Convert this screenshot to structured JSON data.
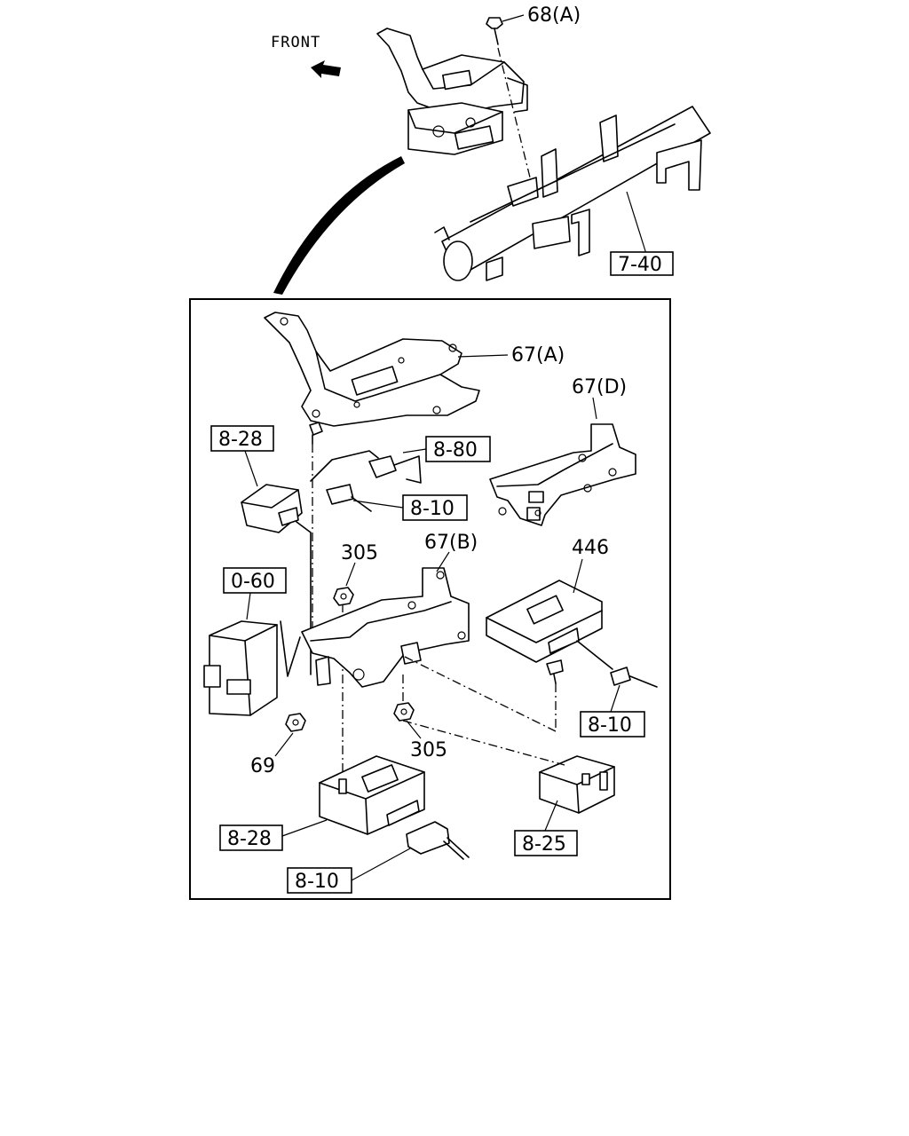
{
  "front_label": "FRONT",
  "callouts": {
    "c68A": "68(A)",
    "c740": "7-40",
    "c67A": "67(A)",
    "c67D": "67(D)",
    "c828_top": "8-28",
    "c880": "8-80",
    "c810_mid": "8-10",
    "c305_top": "305",
    "c67B": "67(B)",
    "c446": "446",
    "c060": "0-60",
    "c810_right": "8-10",
    "c69": "69",
    "c305_bot": "305",
    "c828_bot": "8-28",
    "c825": "8-25",
    "c810_bot": "8-10"
  }
}
